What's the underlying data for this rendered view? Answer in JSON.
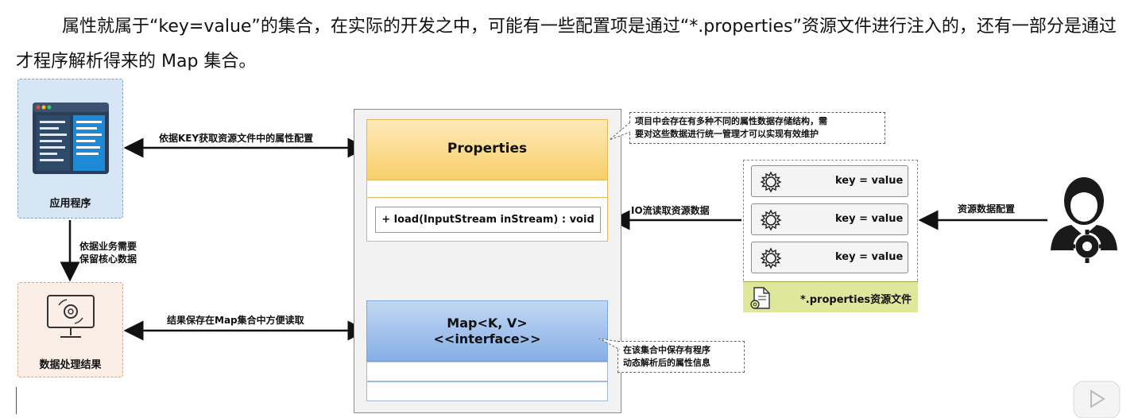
{
  "intro_text": "属性就属于“key=value”的集合，在实际的开发之中，可能有一些配置项是通过“*.properties”资源文件进行注入的，还有一部分是通过才程序解析得来的 Map 集合。",
  "app_box": {
    "label": "应用程序"
  },
  "result_box": {
    "label": "数据处理结果"
  },
  "arrows": {
    "get_by_key": "依据KEY获取资源文件中的属性配置",
    "business_need_line1": "依据业务需要",
    "business_need_line2": "保留核心数据",
    "save_to_map": "结果保存在Map集合中方便读取",
    "io_read": "IO流读取资源数据",
    "resource_config": "资源数据配置"
  },
  "properties_class": {
    "name": "Properties",
    "method": "+ load(InputStream inStream) : void"
  },
  "map_interface": {
    "name": "Map<K, V>",
    "stereotype": "<<interface>>"
  },
  "notes": {
    "top_line1": "项目中会存在有多种不同的属性数据存储结构，需",
    "top_line2": "要对这些数据进行统一管理才可以实现有效维护",
    "bottom_line1": "在该集合中保存有程序",
    "bottom_line2": "动态解析后的属性信息"
  },
  "resource_file": {
    "entries": [
      "key = value",
      "key = value",
      "key = value"
    ],
    "name": "*.properties资源文件"
  },
  "colors": {
    "app_bg": "#d6e6f4",
    "result_bg": "#fbeee6",
    "properties_header": "#f8cf6a",
    "map_header": "#86aee6",
    "file_footer": "#dfe89a"
  }
}
